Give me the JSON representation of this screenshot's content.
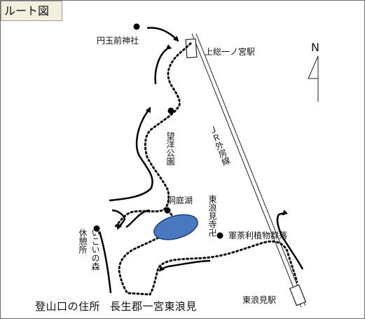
{
  "title": "ルート図",
  "labels": {
    "shrine": "円玉前神社",
    "station_north": "上総一ノ宮駅",
    "park": "望洋公園",
    "rail_line": "ＪＲ外房線",
    "lake": "洞庭湖",
    "temple": "東浪見寺卍",
    "forest": "いこいの森",
    "rest": "休憩所",
    "plants": "軍荼利植物群落",
    "station_south": "東浪見駅",
    "compass": "N"
  },
  "address": {
    "label": "登山口の住所",
    "value": "長生郡一宮東浪見"
  },
  "colors": {
    "lake": "#4a78c0",
    "title_bg": "#f3efdf"
  }
}
